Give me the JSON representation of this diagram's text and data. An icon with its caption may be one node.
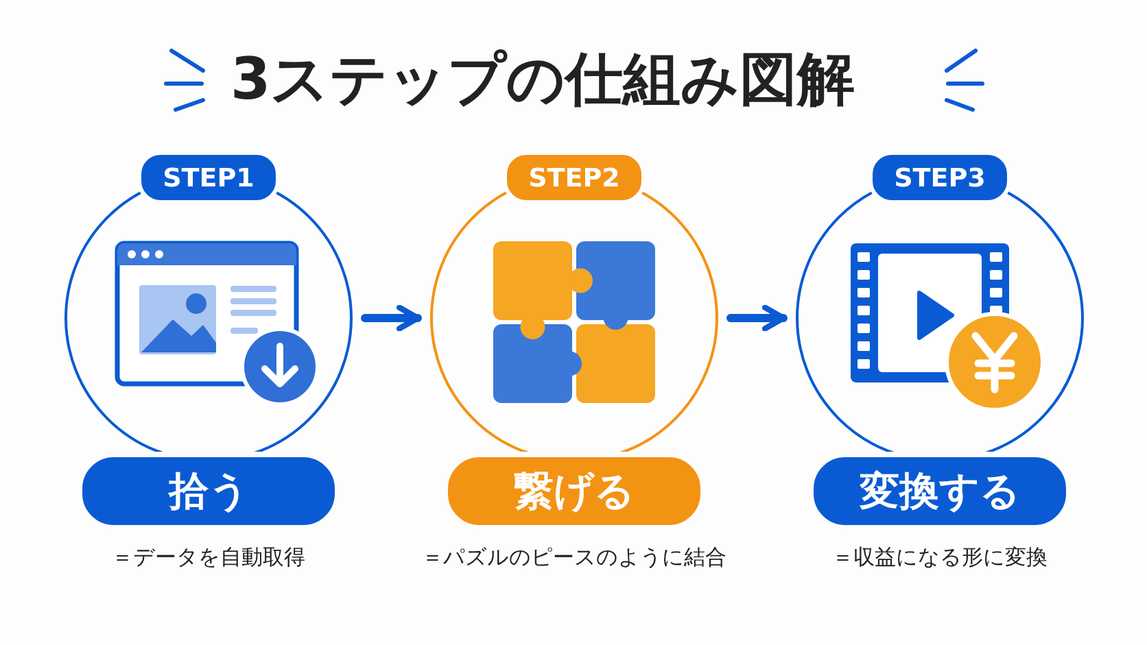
{
  "diagram": {
    "title": "3ステップの仕組み図解",
    "nodes": [
      {
        "text": [
          "STEP1",
          "拾う"
        ],
        "beside": [
          "＝データを自動取得"
        ]
      },
      {
        "text": [
          "STEP2",
          "繋げる"
        ],
        "beside": [
          "＝パズルのピースのように結合"
        ]
      },
      {
        "text": [
          "STEP3",
          "変換する"
        ],
        "beside": [
          "＝収益になる形に変換"
        ]
      }
    ],
    "edges": [
      {
        "from": 0,
        "to": 1,
        "arrow": "to"
      },
      {
        "from": 1,
        "to": 2,
        "arrow": "to"
      }
    ]
  }
}
